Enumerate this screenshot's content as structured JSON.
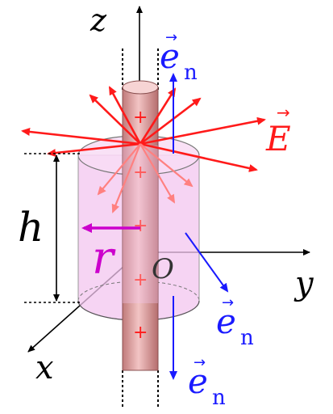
{
  "diagram": {
    "axis_labels": {
      "z": "z",
      "y": "y",
      "x": "x",
      "origin": "O"
    },
    "field_label": {
      "vector": "E",
      "arrow_glyph": "→"
    },
    "normal_label": {
      "base": "e",
      "subscript": "n",
      "arrow_glyph": "→"
    },
    "height_label": "h",
    "radius_label": "r",
    "charge_sign": "+",
    "colors": {
      "field": "#ff1a1a",
      "normal": "#1a1aff",
      "radius": "#cc00cc",
      "cylinder_fill": "#f3c6ef",
      "rod": "#d9a0a0",
      "axis": "#000000"
    }
  }
}
